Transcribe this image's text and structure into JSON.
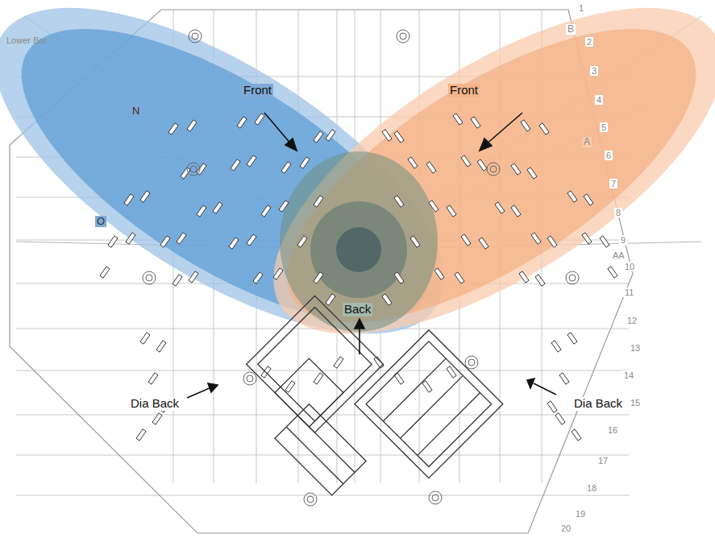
{
  "diagram": {
    "labels": [
      "Lower Bar",
      "Front",
      "Front",
      "N",
      "O",
      "Back",
      "Dia Back",
      "Dia Back",
      "1",
      "B",
      "2",
      "3",
      "4",
      "5",
      "A",
      "6",
      "7",
      "8",
      "9",
      "AA",
      "10",
      "11",
      "12",
      "13",
      "14",
      "15",
      "16",
      "17",
      "18",
      "19",
      "20"
    ]
  }
}
